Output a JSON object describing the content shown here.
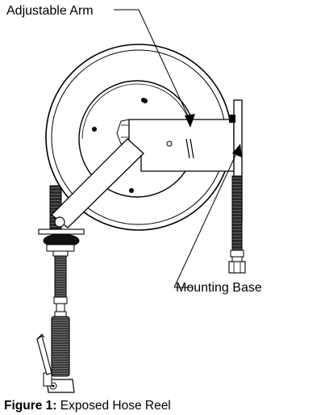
{
  "callouts": {
    "adjustable_arm": "Adjustable Arm",
    "mounting_base": "Mounting Base"
  },
  "caption": {
    "label": "Figure 1:",
    "text": " Exposed Hose Reel"
  },
  "colors": {
    "line": "#000000",
    "fill": "#ffffff",
    "hose": "#333333"
  }
}
